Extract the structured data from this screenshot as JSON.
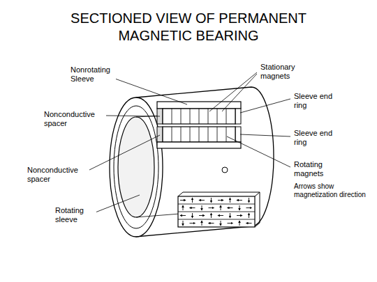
{
  "diagram": {
    "title": "SECTIONED VIEW OF PERMANENT MAGNETIC BEARING",
    "labels": [
      "Nonrotating Sleeve",
      "Stationary magnets",
      "Sleeve end ring",
      "Nonconductive spacer",
      "Sleeve end ring",
      "Nonconductive spacer",
      "Rotating magnets",
      "Arrows show magnetization direction",
      "Rotating sleeve"
    ]
  }
}
